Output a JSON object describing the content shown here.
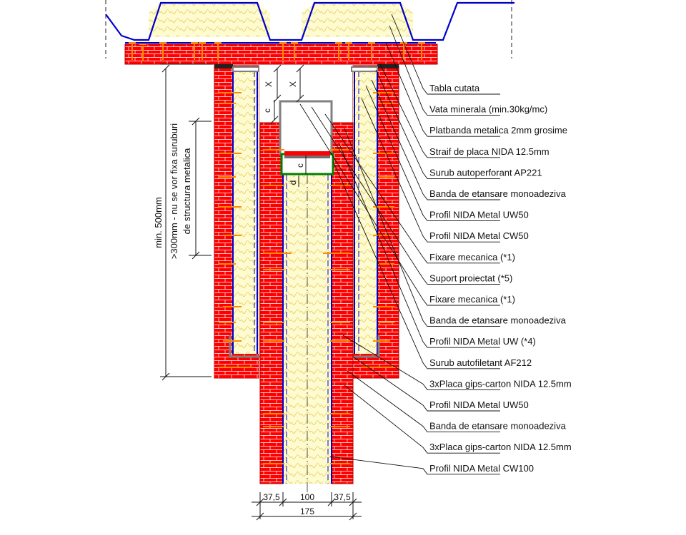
{
  "labels": [
    "Tabla cutata",
    "Vata minerala (min.30kg/mc)",
    "Platbanda metalica 2mm grosime",
    "Straif de placa NIDA 12.5mm",
    "Surub autoperforant AP221",
    "Banda de etansare monoadeziva",
    "Profil NIDA Metal UW50",
    "Profil NIDA Metal CW50",
    "Fixare mecanica (*1)",
    "Suport proiectat (*5)",
    "Fixare mecanica (*1)",
    "Banda de etansare monoadeziva",
    "Profil NIDA Metal UW (*4)",
    "Surub autofiletant AF212",
    "3xPlaca gips-carton NIDA 12.5mm",
    "Profil NIDA Metal UW50",
    "Banda de etansare monoadeziva",
    "3xPlaca gips-carton NIDA 12.5mm",
    "Profil NIDA Metal CW100"
  ],
  "dimensions": {
    "left_board": "37,5",
    "core": "100",
    "right_board": "37,5",
    "total": "175",
    "min_height": "min. 500mm",
    "screw_note_line1": ">300mm - nu se vor fixa suruburi",
    "screw_note_line2": "de structura metalica",
    "gap_x1": "X",
    "gap_x2": "X",
    "gap_c1": "c",
    "gap_c2": "c",
    "gap_d": "d"
  },
  "colors": {
    "board": "#ff0000",
    "insulation": "#fffbd0",
    "metal": "#0000cc",
    "screw": "#ff8c00",
    "profile_green": "#008000",
    "steel": "#707070"
  }
}
